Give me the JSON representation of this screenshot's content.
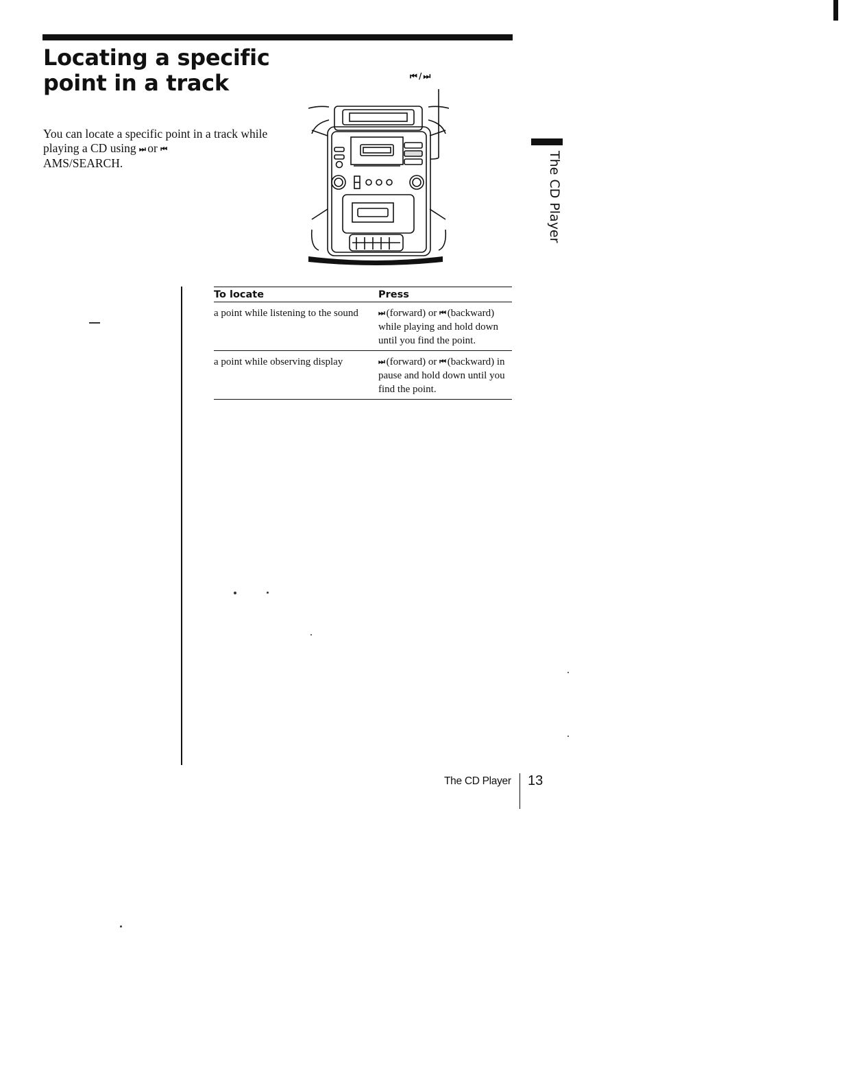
{
  "page": {
    "title": "Locating a specific point in a track",
    "side_tab_label": "The CD Player",
    "intro": {
      "text_1": "You can locate a specific point in a track while playing a CD using",
      "icon_next": "⏭",
      "text_or": "or",
      "icon_prev": "⏮",
      "text_2": "AMS/SEARCH."
    },
    "figure": {
      "button_label": "⏮ / ⏭",
      "icon": "cd-radio-cassette-player-icon"
    },
    "table": {
      "headers": [
        "To locate",
        "Press"
      ],
      "rows": [
        {
          "locate": "a point while listening to the sound",
          "press_icon_next": "⏭",
          "press_mid": "(forward) or",
          "press_icon_prev": "⏮",
          "press_rest": "(backward) while playing and hold down until you find the point."
        },
        {
          "locate": "a point while observing display",
          "press_icon_next": "⏭",
          "press_mid": "(forward) or",
          "press_icon_prev": "⏮",
          "press_rest": "(backward) in pause and hold down until you find the point."
        }
      ]
    },
    "footer": {
      "section": "The CD Player",
      "page_number": "13"
    }
  }
}
